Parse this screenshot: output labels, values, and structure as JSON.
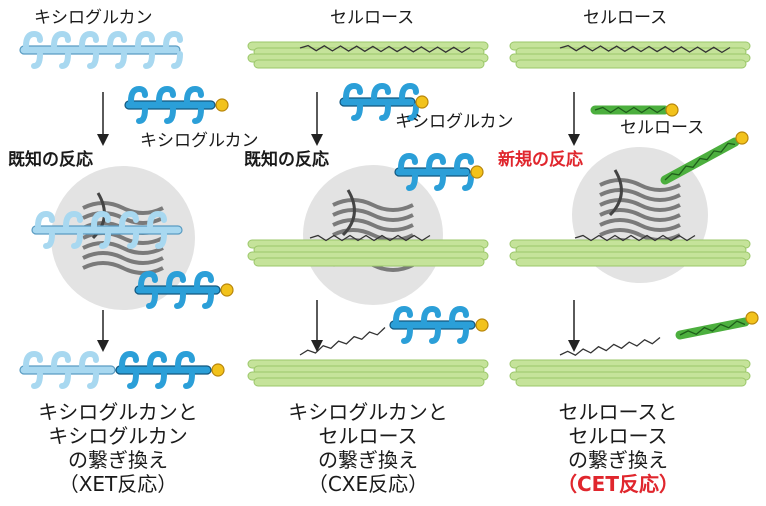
{
  "columns": [
    {
      "top_title": "キシログルカン",
      "incoming_label": "キシログルカン",
      "reaction_label": "既知の反応",
      "caption_lines": [
        "キシログルカンと",
        "キシログルカン",
        "の繋ぎ換え"
      ],
      "reaction_name": "（XET反応）"
    },
    {
      "top_title": "セルロース",
      "incoming_label": "キシログルカン",
      "reaction_label": "既知の反応",
      "caption_lines": [
        "キシログルカンと",
        "セルロース",
        "の繋ぎ換え"
      ],
      "reaction_name": "（CXE反応）"
    },
    {
      "top_title": "セルロース",
      "incoming_label": "セルロース",
      "reaction_label": "新規の反応",
      "caption_lines": [
        "セルロースと",
        "セルロース",
        "の繋ぎ換え"
      ],
      "reaction_name": "（CET反応）"
    }
  ],
  "colors": {
    "xyloglucan_blue": "#2b9fd8",
    "xyloglucan_light": "#a8d8f0",
    "cellulose_green": "#c5e39a",
    "cellulose_dark_green": "#4caf3e",
    "enzyme_gray": "#e3e3e3",
    "label_tag_yellow": "#f2c21b",
    "new_reaction_red": "#e0262d"
  }
}
